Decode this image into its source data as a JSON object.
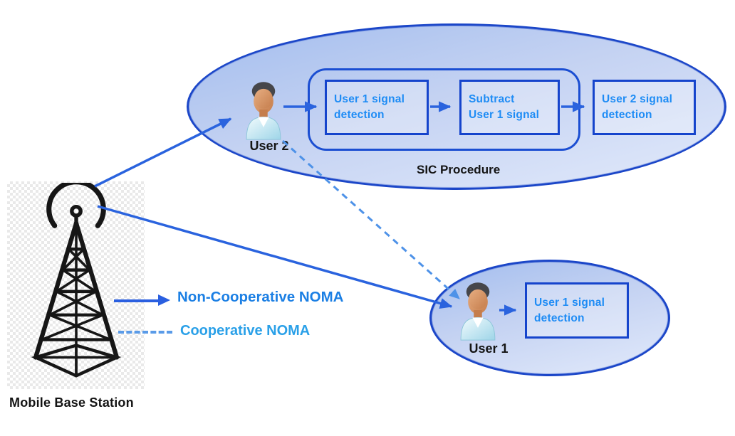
{
  "top_group": {
    "user_label": "User 2",
    "procedure_label": "SIC Procedure",
    "boxes": [
      "User 1 signal\ndetection",
      "Subtract\nUser 1 signal",
      "User 2 signal\ndetection"
    ]
  },
  "bottom_group": {
    "user_label": "User 1",
    "box": "User 1 signal\ndetection"
  },
  "base_station": {
    "label": "Mobile Base Station"
  },
  "legend": {
    "solid_label": "Non-Cooperative NOMA",
    "dashed_label": "Cooperative NOMA"
  },
  "colors": {
    "ellipse_border": "#1b46c8",
    "ellipse_fill_top": "#a3bdee",
    "ellipse_fill_bottom": "#e2eafb",
    "process_box_border": "#1544cc",
    "process_box_text": "#1e8cf5",
    "solid_arrow": "#2a63de",
    "dashed_arrow": "#4e92e8",
    "legend_solid_text": "#1b7fe4",
    "legend_dashed_text": "#2aa0e8",
    "label_text": "#141414"
  }
}
